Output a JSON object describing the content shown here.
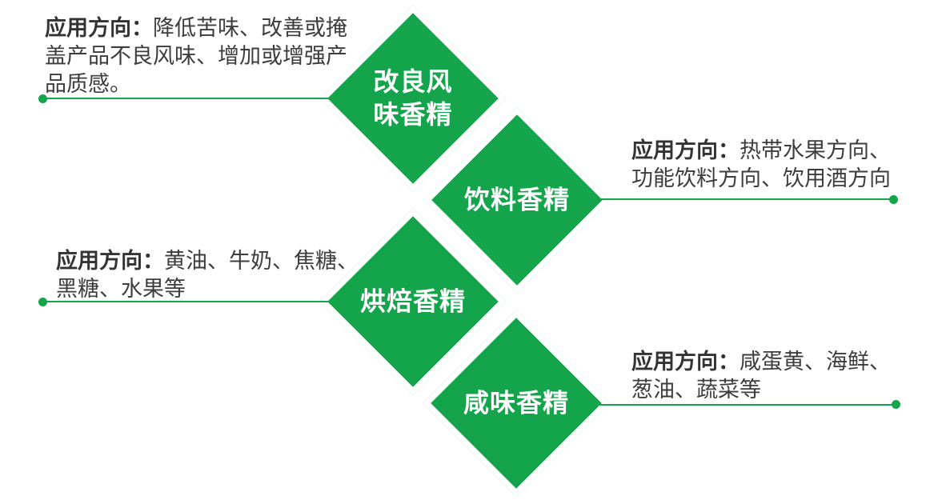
{
  "colors": {
    "diamond_green": "#14a44b",
    "connector_green": "#14a44b",
    "description_text": "#3d3d3d",
    "label_text": "#ffffff"
  },
  "nodes": [
    {
      "name": "改良风味香精",
      "label": "改良风\n味香精",
      "app_label": "应用方向：",
      "applications": "降低苦味、改善或掩\n盖产品不良风味、增加或增强产\n品质感。",
      "side": "left"
    },
    {
      "name": "饮料香精",
      "label": "饮料香精",
      "app_label": "应用方向：",
      "applications": "热带水果方向、\n功能饮料方向、饮用酒方向",
      "side": "right"
    },
    {
      "name": "烘焙香精",
      "label": "烘焙香精",
      "app_label": "应用方向：",
      "applications": "黄油、牛奶、焦糖、\n黑糖、水果等",
      "side": "left"
    },
    {
      "name": "咸味香精",
      "label": "咸味香精",
      "app_label": "应用方向：",
      "applications": "咸蛋黄、海鲜、\n葱油、蔬菜等",
      "side": "right"
    }
  ]
}
